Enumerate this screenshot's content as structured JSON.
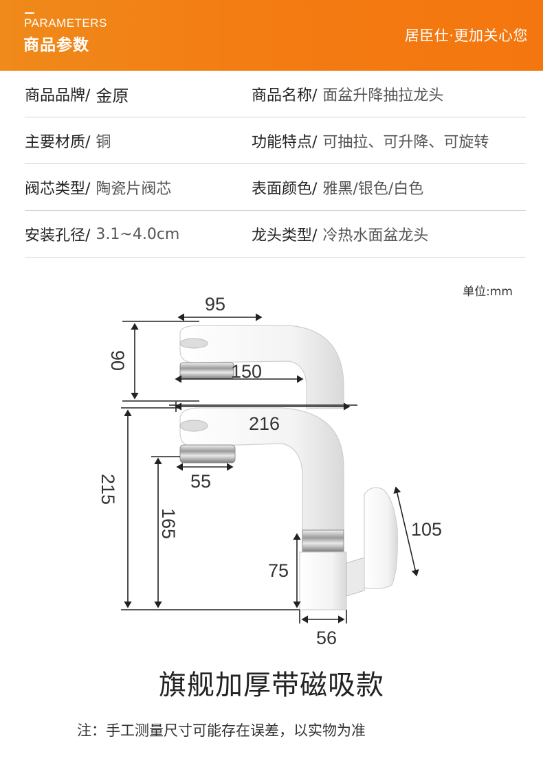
{
  "header": {
    "en_title": "PARAMETERS",
    "cn_title": "商品参数",
    "slogan": "居臣仕·更加关心您"
  },
  "params": [
    {
      "left_key": "商品品牌/",
      "left_val": "金原",
      "right_key": "商品名称/",
      "right_val": "面盆升降抽拉龙头"
    },
    {
      "left_key": "主要材质/",
      "left_val": "铜",
      "right_key": "功能特点/",
      "right_val": "可抽拉、可升降、可旋转"
    },
    {
      "left_key": "阀芯类型/",
      "left_val": "陶瓷片阀芯",
      "right_key": "表面颜色/",
      "right_val": "雅黑/银色/白色"
    },
    {
      "left_key": "安装孔径/",
      "left_val": "3.1~4.0cm",
      "right_key": "龙头类型/",
      "right_val": "冷热水面盆龙头"
    }
  ],
  "unit": "单位:mm",
  "dimensions": {
    "d95": "95",
    "d90": "90",
    "d150": "150",
    "d216": "216",
    "d215": "215",
    "d165": "165",
    "d55": "55",
    "d105": "105",
    "d75": "75",
    "d56": "56"
  },
  "subtitle": "旗舰加厚带磁吸款",
  "note": "注：手工测量尺寸可能存在误差，以实物为准"
}
